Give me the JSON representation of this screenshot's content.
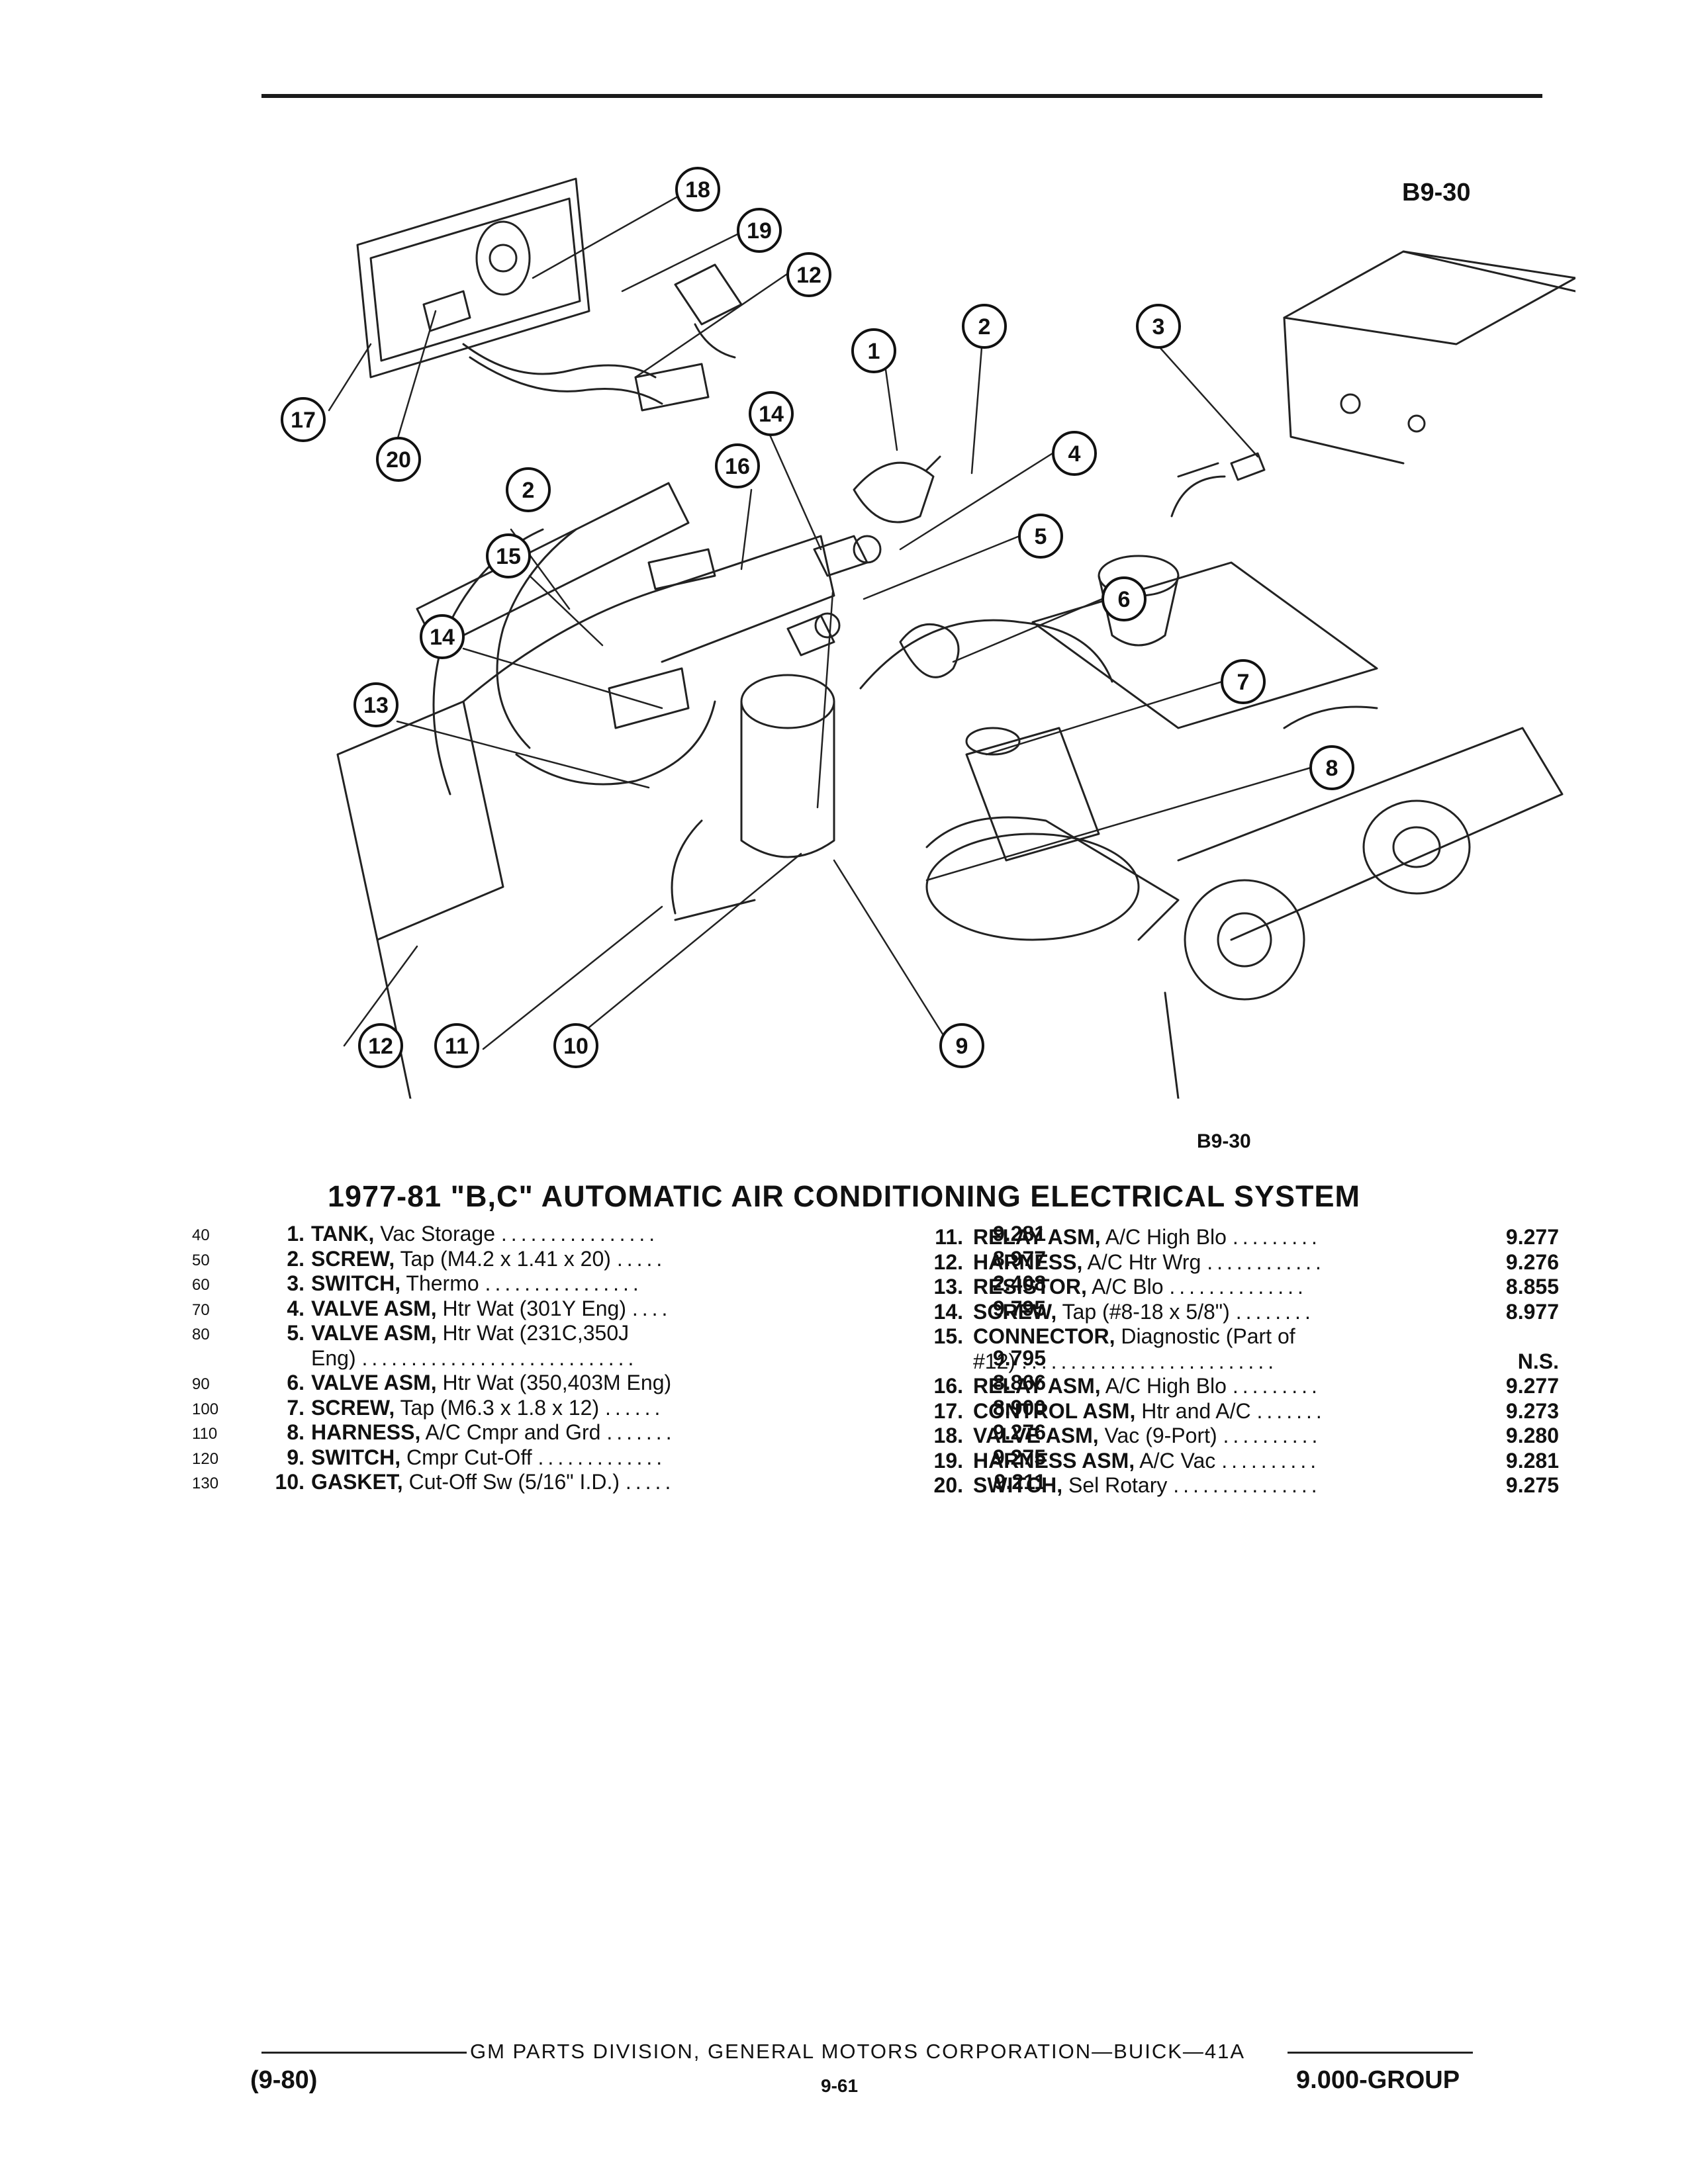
{
  "figure_code": "B9-30",
  "title": "1977-81 \"B,C\" AUTOMATIC AIR CONDITIONING ELECTRICAL SYSTEM",
  "callouts": [
    "1",
    "2",
    "3",
    "4",
    "5",
    "6",
    "7",
    "8",
    "9",
    "10",
    "11",
    "12",
    "13",
    "14",
    "15",
    "16",
    "17",
    "18",
    "19",
    "20"
  ],
  "left_items": [
    {
      "line": "40",
      "num": "1.",
      "name": "TANK,",
      "desc": " Vac Storage",
      "dots": "................",
      "pn": "9.281"
    },
    {
      "line": "50",
      "num": "2.",
      "name": "SCREW,",
      "desc": " Tap (M4.2 x 1.41 x 20)",
      "dots": ".....",
      "pn": "8.977"
    },
    {
      "line": "60",
      "num": "3.",
      "name": "SWITCH,",
      "desc": " Thermo",
      "dots": "................",
      "pn": "2.408"
    },
    {
      "line": "70",
      "num": "4.",
      "name": "VALVE ASM,",
      "desc": " Htr Wat (301Y Eng)",
      "dots": "....",
      "pn": "9.795"
    },
    {
      "line": "80",
      "num": "5.",
      "name": "VALVE ASM,",
      "desc": " Htr Wat (231C,350J",
      "line2": "Eng)",
      "dots": "............................",
      "pn": "9.795"
    },
    {
      "line": "90",
      "num": "6.",
      "name": "VALVE ASM,",
      "desc": " Htr Wat (350,403M Eng)",
      "dots": "",
      "pn": "8.866"
    },
    {
      "line": "100",
      "num": "7.",
      "name": "SCREW,",
      "desc": " Tap (M6.3 x 1.8 x 12)",
      "dots": "......",
      "pn": "8.900"
    },
    {
      "line": "110",
      "num": "8.",
      "name": "HARNESS,",
      "desc": " A/C Cmpr and Grd",
      "dots": ".......",
      "pn": "9.276"
    },
    {
      "line": "120",
      "num": "9.",
      "name": "SWITCH,",
      "desc": " Cmpr Cut-Off",
      "dots": ".............",
      "pn": "9.275"
    },
    {
      "line": "130",
      "num": "10.",
      "name": "GASKET,",
      "desc": " Cut-Off Sw (5/16\" I.D.)",
      "dots": ".....",
      "pn": "9.211"
    }
  ],
  "right_items": [
    {
      "num": "11.",
      "name": "RELAY ASM,",
      "desc": " A/C High Blo",
      "dots": ".........",
      "pn": "9.277"
    },
    {
      "num": "12.",
      "name": "HARNESS,",
      "desc": " A/C Htr Wrg",
      "dots": "............",
      "pn": "9.276"
    },
    {
      "num": "13.",
      "name": "RESISTOR,",
      "desc": " A/C Blo",
      "dots": "..............",
      "pn": "8.855"
    },
    {
      "num": "14.",
      "name": "SCREW,",
      "desc": " Tap (#8-18 x 5/8\")",
      "dots": "........",
      "pn": "8.977"
    },
    {
      "num": "15.",
      "name": "CONNECTOR,",
      "desc": " Diagnostic (Part of",
      "line2": "#12)",
      "dots": "..........................",
      "pn": "N.S."
    },
    {
      "num": "16.",
      "name": "RELAY ASM,",
      "desc": " A/C High Blo",
      "dots": ".........",
      "pn": "9.277"
    },
    {
      "num": "17.",
      "name": "CONTROL ASM,",
      "desc": " Htr and A/C",
      "dots": ".......",
      "pn": "9.273"
    },
    {
      "num": "18.",
      "name": "VALVE ASM,",
      "desc": " Vac (9-Port)",
      "dots": "..........",
      "pn": "9.280"
    },
    {
      "num": "19.",
      "name": "HARNESS ASM,",
      "desc": " A/C Vac",
      "dots": "..........",
      "pn": "9.281"
    },
    {
      "num": "20.",
      "name": "SWITCH,",
      "desc": " Sel Rotary",
      "dots": "...............",
      "pn": "9.275"
    }
  ],
  "footer": {
    "publisher": "GM PARTS DIVISION, GENERAL MOTORS CORPORATION—BUICK—41A",
    "date": "(9-80)",
    "page": "9-61",
    "group": "9.000-GROUP"
  }
}
